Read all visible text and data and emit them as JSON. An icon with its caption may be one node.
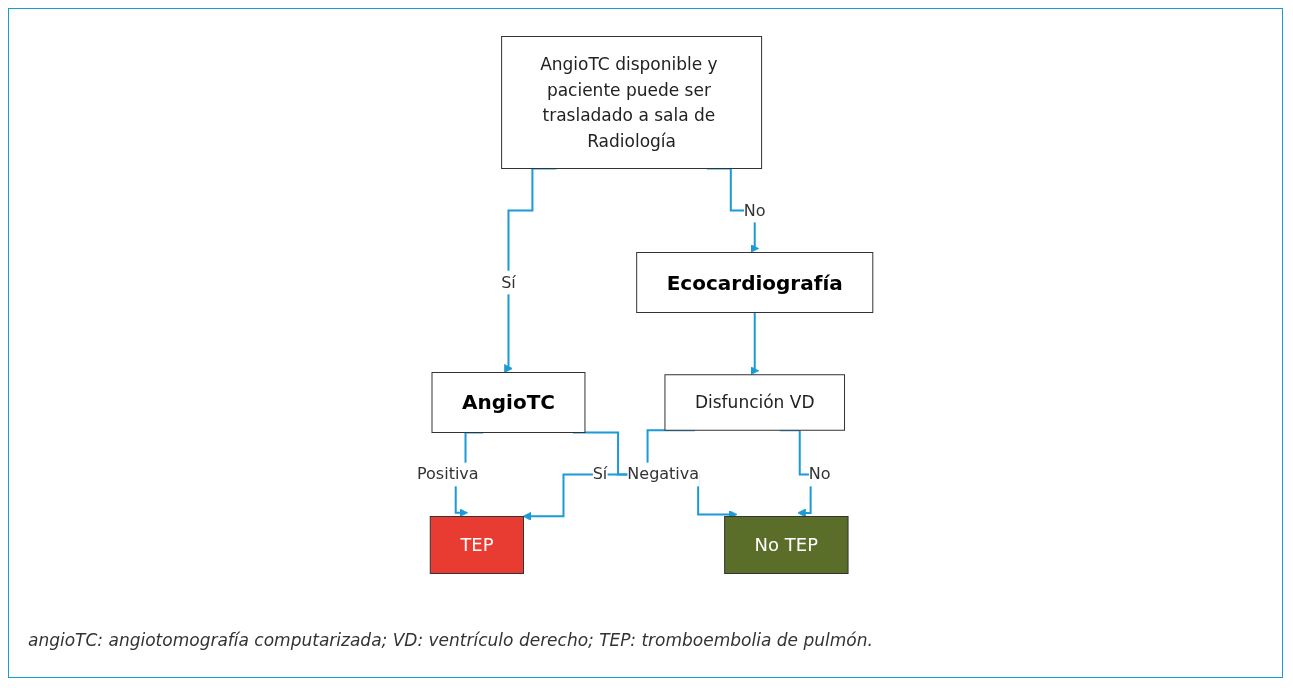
{
  "diagram": {
    "caption": "angioTC: angiotomografía computarizada; VD: ventrículo derecho; TEP: tromboembolia de pulmón.",
    "nodes": [
      {
        "text": [
          "AngioTC disponible y paciente puede ser trasladado a sala de Radiología"
        ]
      },
      {
        "text": [
          "Ecocardiografía"
        ]
      },
      {
        "text": [
          "AngioTC"
        ]
      },
      {
        "text": [
          "Disfunción VD"
        ]
      },
      {
        "text": [
          "TEP"
        ]
      },
      {
        "text": [
          "No TEP"
        ]
      }
    ],
    "edges": [
      {
        "from": 0,
        "to": 1,
        "arrow": "to",
        "label": "No"
      },
      {
        "from": 0,
        "to": 2,
        "arrow": "to",
        "label": "Sí"
      },
      {
        "from": 1,
        "to": 3,
        "arrow": "to"
      },
      {
        "from": 2,
        "to": 4,
        "arrow": "to",
        "label": "Positiva"
      },
      {
        "from": 2,
        "to": 5,
        "arrow": "to",
        "label": "Negativa"
      },
      {
        "from": 3,
        "to": 4,
        "arrow": "to",
        "label": "Sí"
      },
      {
        "from": 3,
        "to": 5,
        "arrow": "to",
        "label": "No"
      }
    ]
  }
}
